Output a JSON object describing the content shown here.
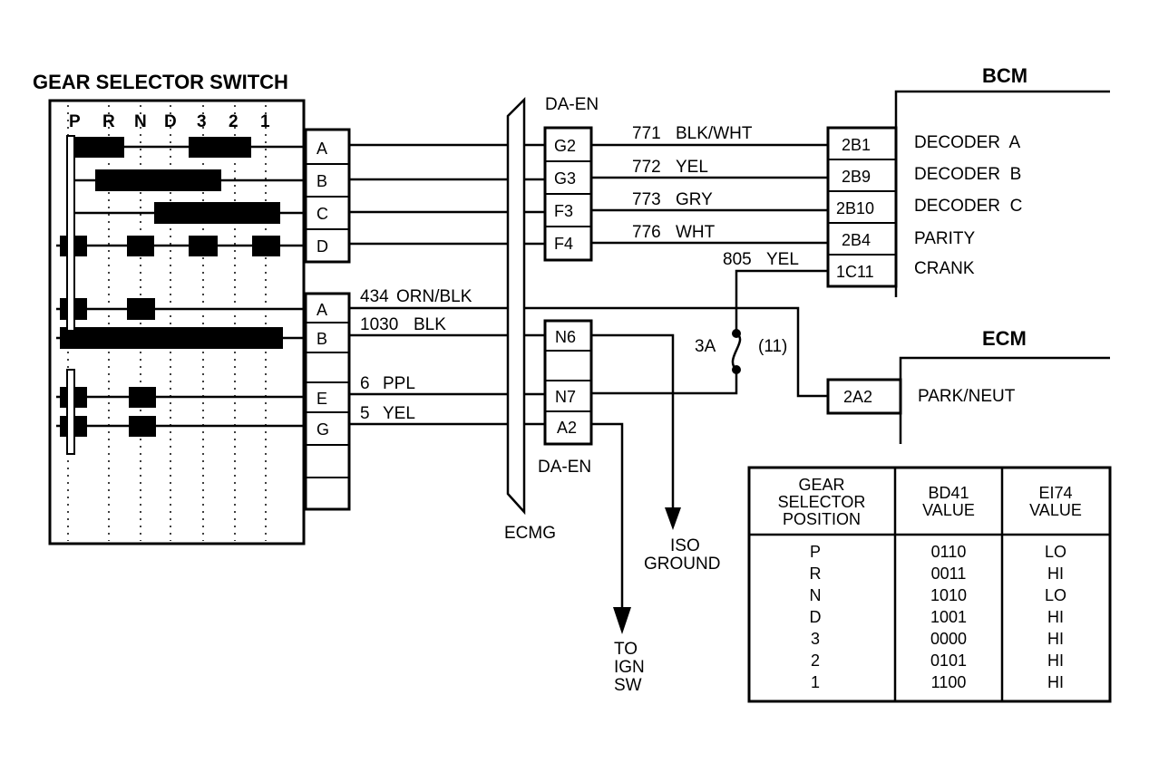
{
  "switch": {
    "title": "GEAR SELECTOR SWITCH",
    "positions": [
      "P",
      "R",
      "N",
      "D",
      "3",
      "2",
      "1"
    ],
    "pins_upper": [
      "A",
      "B",
      "C",
      "D"
    ],
    "pins_lower": [
      "A",
      "B",
      "E",
      "G"
    ]
  },
  "ecmg": {
    "label": "ECMG",
    "da_en_top": "DA-EN",
    "da_en_bottom": "DA-EN",
    "pins_upper": [
      "G2",
      "G3",
      "F3",
      "F4"
    ],
    "pins_lower": [
      "N6",
      "N7",
      "A2"
    ]
  },
  "wires": [
    {
      "num": "771",
      "color": "BLK/WHT"
    },
    {
      "num": "772",
      "color": "YEL"
    },
    {
      "num": "773",
      "color": "GRY"
    },
    {
      "num": "776",
      "color": "WHT"
    },
    {
      "num": "805",
      "color": "YEL"
    },
    {
      "num": "434",
      "color": "ORN/BLK"
    },
    {
      "num": "1030",
      "color": "BLK"
    },
    {
      "num": "6",
      "color": "PPL"
    },
    {
      "num": "5",
      "color": "YEL"
    }
  ],
  "bcm": {
    "title": "BCM",
    "pins": [
      "2B1",
      "2B9",
      "2B10",
      "2B4",
      "1C11"
    ],
    "labels": [
      "DECODER  A",
      "DECODER  B",
      "DECODER  C",
      "PARITY",
      "CRANK"
    ]
  },
  "ecm": {
    "title": "ECM",
    "pin": "2A2",
    "label": "PARK/NEUT"
  },
  "fuse": {
    "rating": "3A",
    "number": "(11)"
  },
  "iso_ground": {
    "line1": "ISO",
    "line2": "GROUND"
  },
  "ign": {
    "line1": "TO",
    "line2": "IGN",
    "line3": "SW"
  },
  "table": {
    "header_col1": [
      "GEAR",
      "SELECTOR",
      "POSITION"
    ],
    "header_col2": [
      "BD41",
      "VALUE"
    ],
    "header_col3": [
      "EI74",
      "VALUE"
    ],
    "rows": [
      {
        "pos": "P",
        "bd41": "0110",
        "ei74": "LO"
      },
      {
        "pos": "R",
        "bd41": "0011",
        "ei74": "HI"
      },
      {
        "pos": "N",
        "bd41": "1010",
        "ei74": "LO"
      },
      {
        "pos": "D",
        "bd41": "1001",
        "ei74": "HI"
      },
      {
        "pos": "3",
        "bd41": "0000",
        "ei74": "HI"
      },
      {
        "pos": "2",
        "bd41": "0101",
        "ei74": "HI"
      },
      {
        "pos": "1",
        "bd41": "1100",
        "ei74": "HI"
      }
    ]
  }
}
